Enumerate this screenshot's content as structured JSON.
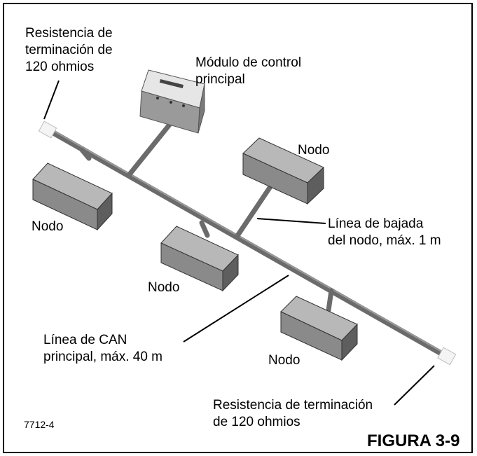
{
  "labels": {
    "termination_top": [
      "Resistencia de",
      "terminación de",
      "120 ohmios"
    ],
    "control_module": [
      "Módulo de control",
      "principal"
    ],
    "node_top_right": "Nodo",
    "node_left": "Nodo",
    "node_middle": "Nodo",
    "node_bottom_right": "Nodo",
    "drop_line": [
      "Línea de bajada",
      "del nodo, máx. 1 m"
    ],
    "can_line": [
      "Línea de CAN",
      "principal, máx. 40 m"
    ],
    "termination_bottom": [
      "Resistencia de terminación",
      "de 120 ohmios"
    ]
  },
  "figure_code": "7712-4",
  "figure_title": "FIGURA 3-9"
}
